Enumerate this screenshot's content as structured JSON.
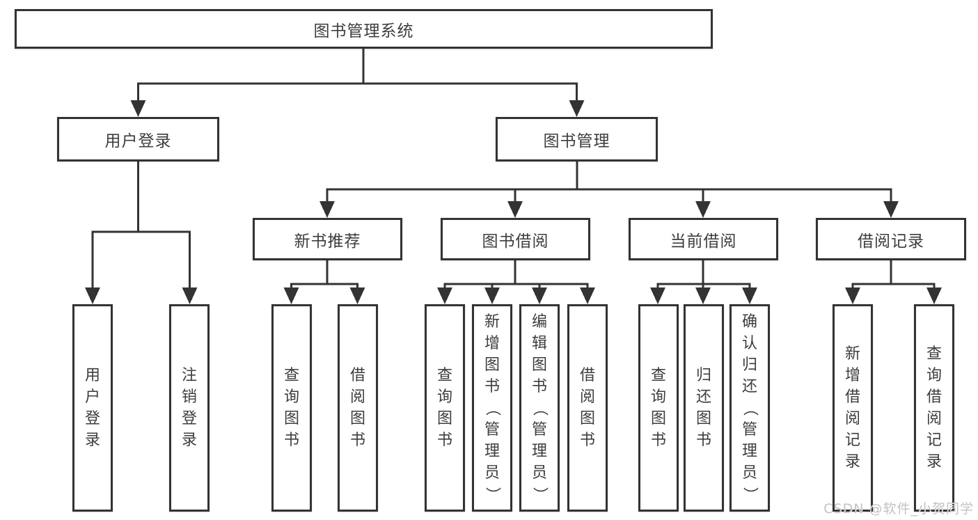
{
  "diagram": {
    "type": "tree",
    "root": {
      "label": "图书管理系统",
      "children": [
        {
          "label": "用户登录",
          "children": [
            {
              "label": "用户登录"
            },
            {
              "label": "注销登录"
            }
          ]
        },
        {
          "label": "图书管理",
          "children": [
            {
              "label": "新书推荐",
              "children": [
                {
                  "label": "查询图书"
                },
                {
                  "label": "借阅图书"
                }
              ]
            },
            {
              "label": "图书借阅",
              "children": [
                {
                  "label": "查询图书"
                },
                {
                  "label": "新增图书（管理员）"
                },
                {
                  "label": "编辑图书（管理员）"
                },
                {
                  "label": "借阅图书"
                }
              ]
            },
            {
              "label": "当前借阅",
              "children": [
                {
                  "label": "查询图书"
                },
                {
                  "label": "归还图书"
                },
                {
                  "label": "确认归还（管理员）"
                }
              ]
            },
            {
              "label": "借阅记录",
              "children": [
                {
                  "label": "新增借阅记录"
                },
                {
                  "label": "查询借阅记录"
                }
              ]
            }
          ]
        }
      ]
    }
  },
  "watermark": {
    "text": "CSDN @软件_小贺同学"
  },
  "colors": {
    "line": "#333333",
    "box_border": "#333333",
    "text": "#3d3d3d",
    "background": "#ffffff",
    "watermark": "#c6c1c1"
  }
}
